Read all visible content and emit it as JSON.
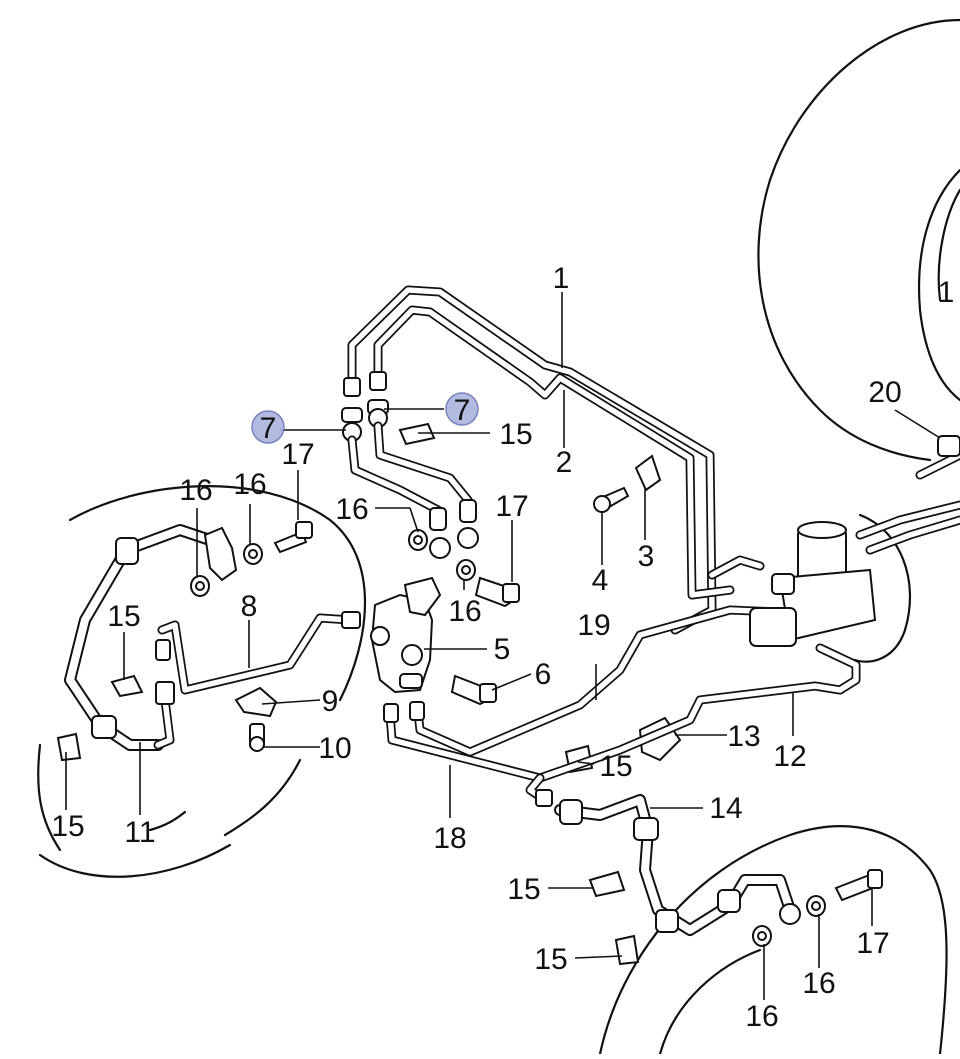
{
  "diagram": {
    "highlight_color": "#aab4dc",
    "callouts": [
      {
        "id": "c-1",
        "label": "1",
        "highlighted": false
      },
      {
        "id": "c-1-wheel",
        "label": "1",
        "highlighted": false
      },
      {
        "id": "c-2",
        "label": "2",
        "highlighted": false
      },
      {
        "id": "c-3",
        "label": "3",
        "highlighted": false
      },
      {
        "id": "c-4",
        "label": "4",
        "highlighted": false
      },
      {
        "id": "c-5",
        "label": "5",
        "highlighted": false
      },
      {
        "id": "c-6",
        "label": "6",
        "highlighted": false
      },
      {
        "id": "c-7a",
        "label": "7",
        "highlighted": true
      },
      {
        "id": "c-7b",
        "label": "7",
        "highlighted": true
      },
      {
        "id": "c-8",
        "label": "8",
        "highlighted": false
      },
      {
        "id": "c-9",
        "label": "9",
        "highlighted": false
      },
      {
        "id": "c-10",
        "label": "10",
        "highlighted": false
      },
      {
        "id": "c-11",
        "label": "11",
        "highlighted": false
      },
      {
        "id": "c-12",
        "label": "12",
        "highlighted": false
      },
      {
        "id": "c-13",
        "label": "13",
        "highlighted": false
      },
      {
        "id": "c-14",
        "label": "14",
        "highlighted": false
      },
      {
        "id": "c-15a",
        "label": "15",
        "highlighted": false
      },
      {
        "id": "c-15b",
        "label": "15",
        "highlighted": false
      },
      {
        "id": "c-15c",
        "label": "15",
        "highlighted": false
      },
      {
        "id": "c-15d",
        "label": "15",
        "highlighted": false
      },
      {
        "id": "c-15e",
        "label": "15",
        "highlighted": false
      },
      {
        "id": "c-15f",
        "label": "15",
        "highlighted": false
      },
      {
        "id": "c-16a",
        "label": "16",
        "highlighted": false
      },
      {
        "id": "c-16b",
        "label": "16",
        "highlighted": false
      },
      {
        "id": "c-16c",
        "label": "16",
        "highlighted": false
      },
      {
        "id": "c-16d",
        "label": "16",
        "highlighted": false
      },
      {
        "id": "c-16e",
        "label": "16",
        "highlighted": false
      },
      {
        "id": "c-16f",
        "label": "16",
        "highlighted": false
      },
      {
        "id": "c-17a",
        "label": "17",
        "highlighted": false
      },
      {
        "id": "c-17b",
        "label": "17",
        "highlighted": false
      },
      {
        "id": "c-17c",
        "label": "17",
        "highlighted": false
      },
      {
        "id": "c-18",
        "label": "18",
        "highlighted": false
      },
      {
        "id": "c-19",
        "label": "19",
        "highlighted": false
      },
      {
        "id": "c-20",
        "label": "20",
        "highlighted": false
      }
    ]
  }
}
